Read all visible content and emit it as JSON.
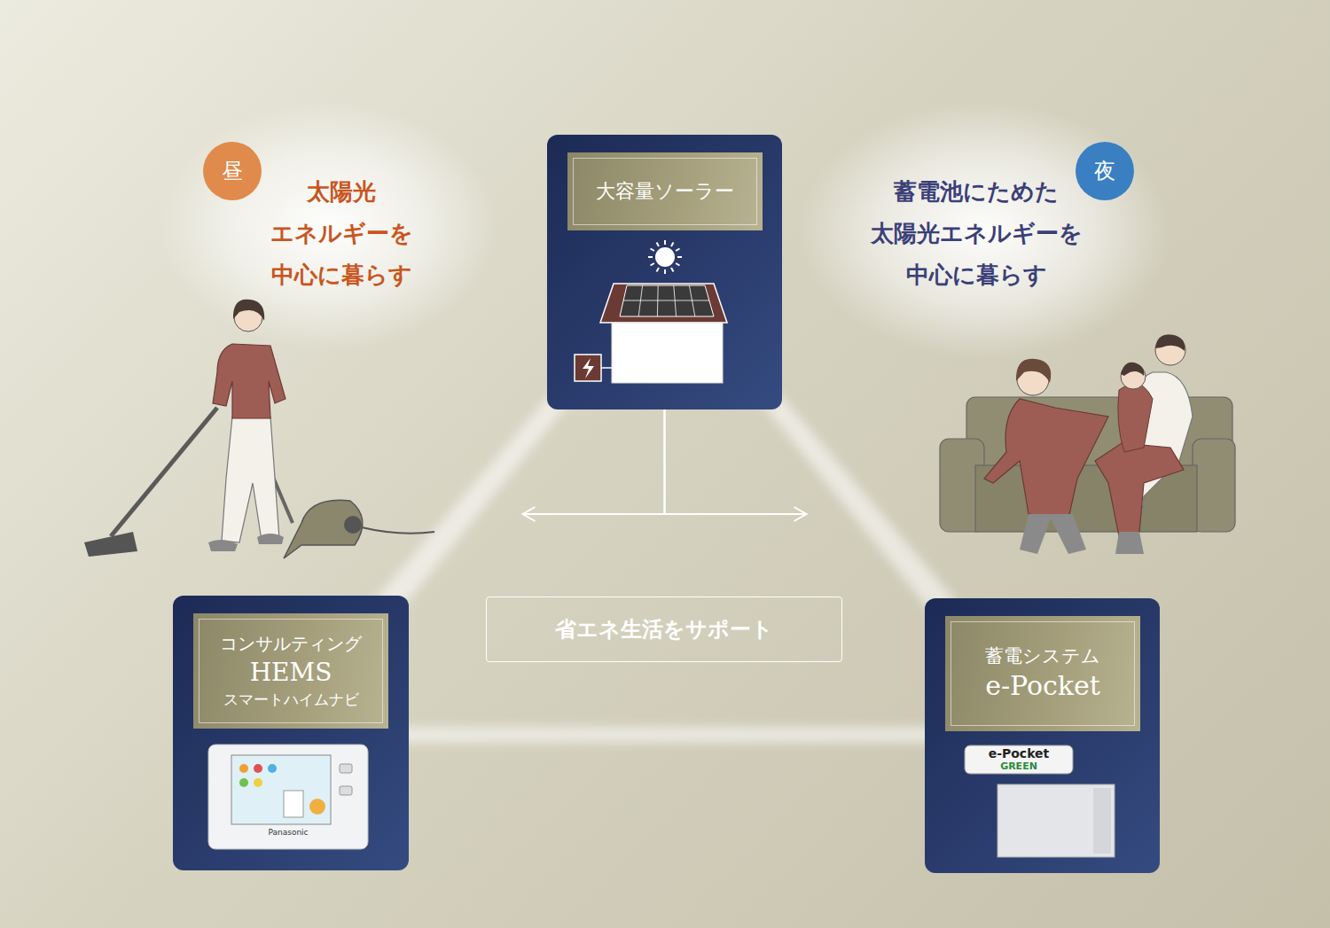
{
  "diagram": {
    "nodes": [
      {
        "text": [
          "大容量ソーラー"
        ]
      },
      {
        "text": [
          "コンサルティング",
          "HEMS",
          "スマートハイムナビ"
        ]
      },
      {
        "text": [
          "蓄電システム",
          "e-Pocket"
        ]
      },
      {
        "text": [
          "省エネ生活をサポート"
        ]
      },
      {
        "text": [
          "昼"
        ]
      },
      {
        "text": [
          "夜"
        ]
      }
    ],
    "edges": [
      {
        "from": 0,
        "to": 1,
        "arrow": "to"
      },
      {
        "from": 0,
        "to": 2,
        "arrow": "to"
      }
    ],
    "labels": [
      "太陽光 エネルギーを 中心に暮らす",
      "蓄電池にためた 太陽光エネルギーを 中心に暮らす",
      "Panasonic",
      "e-Pocket",
      "GREEN"
    ]
  }
}
